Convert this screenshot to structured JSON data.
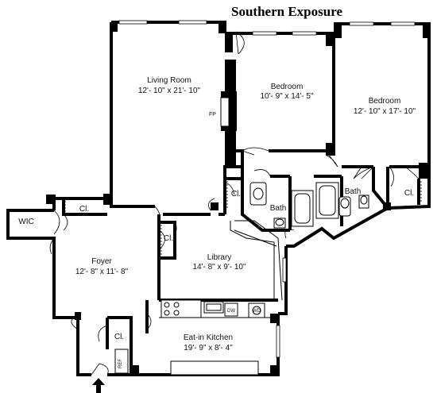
{
  "heading": "Southern Exposure",
  "rooms": {
    "living_name": "Living Room",
    "living_dim": "12'- 10\" x 21'- 10\"",
    "fp": "FP",
    "bedroom1_name": "Bedroom",
    "bedroom1_dim": "10'- 9\" x 14'- 5\"",
    "bedroom2_name": "Bedroom",
    "bedroom2_dim": "12'- 10\" x 17'- 10\"",
    "bath1": "Bath",
    "bath2": "Bath",
    "closet_bath": "Cl.",
    "closet_bed2": "Cl.",
    "closet_foyer": "Cl.",
    "closet_library": "Cl.",
    "closet_entry": "Cl.",
    "wic": "WIC",
    "foyer_name": "Foyer",
    "foyer_dim": "12'- 8\" x 11'- 8\"",
    "library_name": "Library",
    "library_dim": "14'- 8\" x 9'- 10\"",
    "kitchen_name": "Eat-in Kitchen",
    "kitchen_dim": "19'- 9\" x 8'- 4\"",
    "dw": "DW",
    "wd": "WD",
    "ref": "REF"
  }
}
